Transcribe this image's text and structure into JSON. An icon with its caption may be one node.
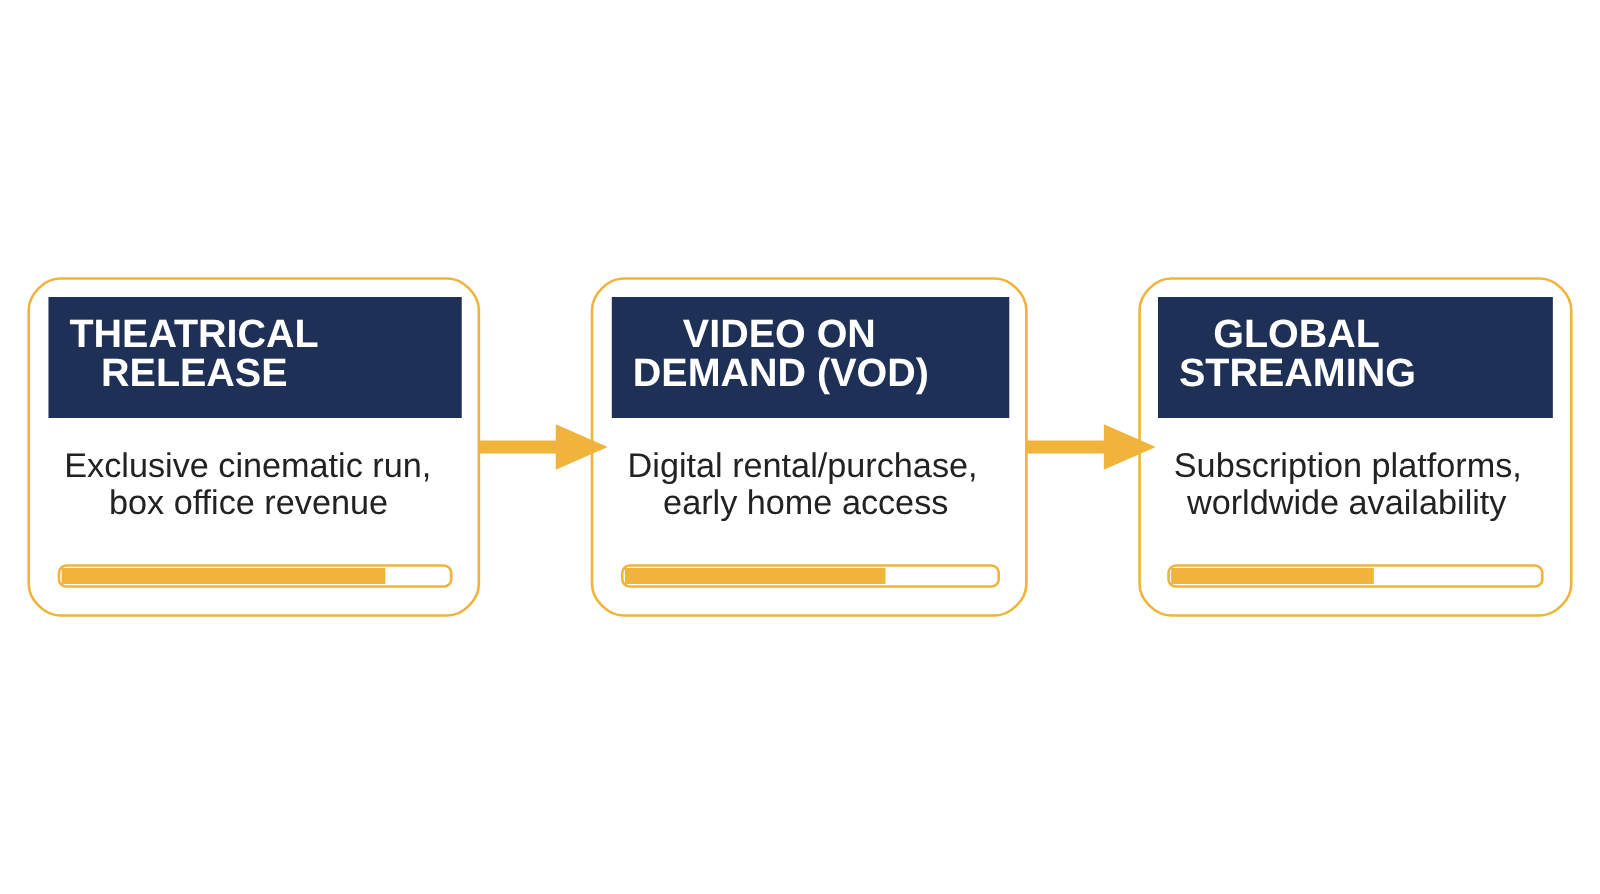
{
  "diagram": {
    "nodes": [
      {
        "text": [
          "THEATRICAL RELEASE",
          "Exclusive cinematic run, box office revenue"
        ]
      },
      {
        "text": [
          "VIDEO ON DEMAND (VOD)",
          "Digital rental/purchase, early home access"
        ]
      },
      {
        "text": [
          "GLOBAL STREAMING",
          "Subscription platforms, worldwide availability"
        ]
      }
    ],
    "edges": [
      {
        "from": 0,
        "to": 1,
        "arrow": "to"
      },
      {
        "from": 1,
        "to": 2,
        "arrow": "to"
      }
    ]
  }
}
